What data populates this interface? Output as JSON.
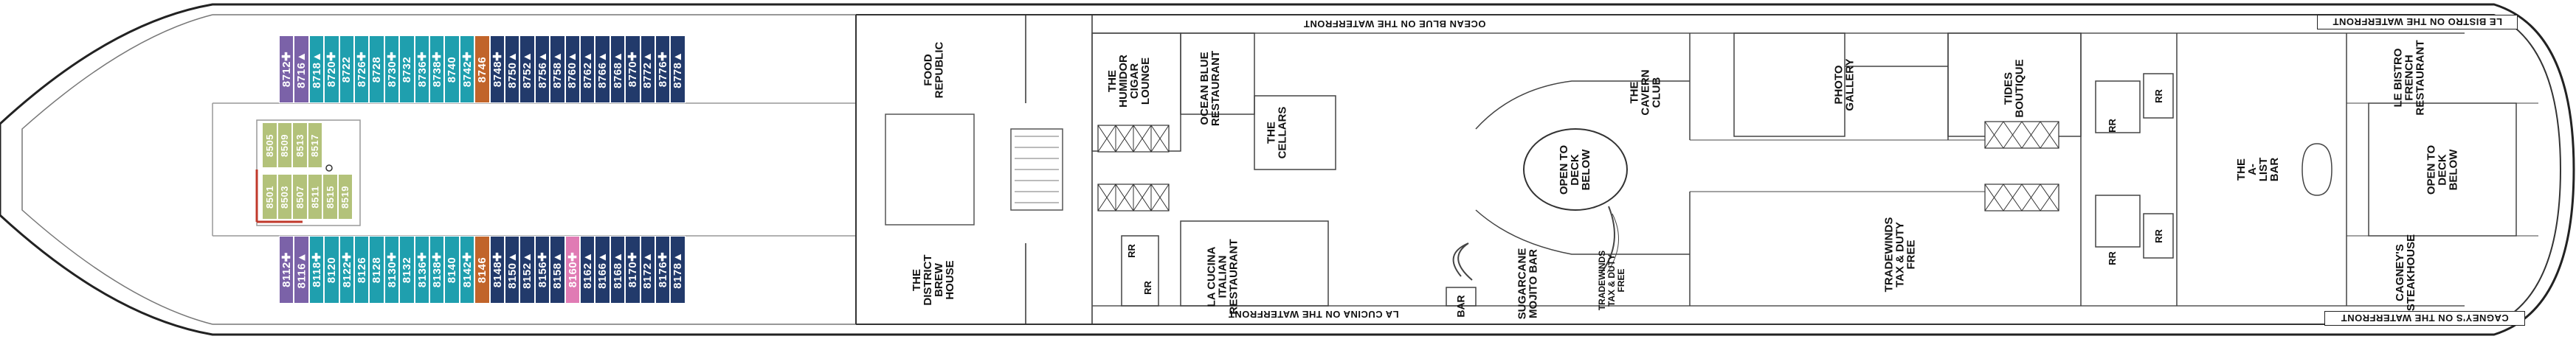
{
  "colors": {
    "purple": "#7b62a8",
    "teal": "#1f9fae",
    "navy": "#223a6b",
    "orange": "#c1642a",
    "olive": "#b3c27a",
    "pink": "#e07bb4"
  },
  "cabins_top": [
    {
      "num": "8712",
      "sym": "✚",
      "color": "purple"
    },
    {
      "num": "8716",
      "sym": "▲",
      "color": "purple"
    },
    {
      "num": "8718",
      "sym": "▲",
      "color": "teal"
    },
    {
      "num": "8720",
      "sym": "✚",
      "color": "teal"
    },
    {
      "num": "8722",
      "sym": "",
      "color": "teal"
    },
    {
      "num": "8726",
      "sym": "✚",
      "color": "teal"
    },
    {
      "num": "8728",
      "sym": "",
      "color": "teal"
    },
    {
      "num": "8730",
      "sym": "✚",
      "color": "teal"
    },
    {
      "num": "8732",
      "sym": "",
      "color": "teal"
    },
    {
      "num": "8736",
      "sym": "✚",
      "color": "teal"
    },
    {
      "num": "8738",
      "sym": "✚",
      "color": "teal"
    },
    {
      "num": "8740",
      "sym": "",
      "color": "teal"
    },
    {
      "num": "8742",
      "sym": "✚",
      "color": "teal"
    },
    {
      "num": "8746",
      "sym": "",
      "color": "orange"
    },
    {
      "num": "8748",
      "sym": "✚",
      "color": "navy"
    },
    {
      "num": "8750",
      "sym": "▲",
      "color": "navy"
    },
    {
      "num": "8752",
      "sym": "▲",
      "color": "navy"
    },
    {
      "num": "8756",
      "sym": "▲",
      "color": "navy"
    },
    {
      "num": "8758",
      "sym": "▲",
      "color": "navy"
    },
    {
      "num": "8760",
      "sym": "▲",
      "color": "navy"
    },
    {
      "num": "8762",
      "sym": "▲",
      "color": "navy"
    },
    {
      "num": "8766",
      "sym": "▲",
      "color": "navy"
    },
    {
      "num": "8768",
      "sym": "▲",
      "color": "navy"
    },
    {
      "num": "8770",
      "sym": "✚",
      "color": "navy"
    },
    {
      "num": "8772",
      "sym": "▲",
      "color": "navy"
    },
    {
      "num": "8776",
      "sym": "✚",
      "color": "navy"
    },
    {
      "num": "8778",
      "sym": "▲",
      "color": "navy"
    }
  ],
  "cabins_bottom": [
    {
      "num": "8112",
      "sym": "✚",
      "color": "purple"
    },
    {
      "num": "8116",
      "sym": "▲",
      "color": "purple"
    },
    {
      "num": "8118",
      "sym": "✚",
      "color": "teal"
    },
    {
      "num": "8120",
      "sym": "",
      "color": "teal"
    },
    {
      "num": "8122",
      "sym": "✚",
      "color": "teal"
    },
    {
      "num": "8126",
      "sym": "",
      "color": "teal"
    },
    {
      "num": "8128",
      "sym": "",
      "color": "teal"
    },
    {
      "num": "8130",
      "sym": "✚",
      "color": "teal"
    },
    {
      "num": "8132",
      "sym": "",
      "color": "teal"
    },
    {
      "num": "8136",
      "sym": "✚",
      "color": "teal"
    },
    {
      "num": "8138",
      "sym": "✚",
      "color": "teal"
    },
    {
      "num": "8140",
      "sym": "",
      "color": "teal"
    },
    {
      "num": "8142",
      "sym": "✚",
      "color": "teal"
    },
    {
      "num": "8146",
      "sym": "",
      "color": "orange"
    },
    {
      "num": "8148",
      "sym": "✚",
      "color": "navy"
    },
    {
      "num": "8150",
      "sym": "▲",
      "color": "navy"
    },
    {
      "num": "8152",
      "sym": "▲",
      "color": "navy"
    },
    {
      "num": "8156",
      "sym": "✚",
      "color": "navy"
    },
    {
      "num": "8158",
      "sym": "▲",
      "color": "navy"
    },
    {
      "num": "8160",
      "sym": "✚",
      "color": "pink"
    },
    {
      "num": "8162",
      "sym": "▲",
      "color": "navy"
    },
    {
      "num": "8166",
      "sym": "▲",
      "color": "navy"
    },
    {
      "num": "8168",
      "sym": "▲",
      "color": "navy"
    },
    {
      "num": "8170",
      "sym": "✚",
      "color": "navy"
    },
    {
      "num": "8172",
      "sym": "▲",
      "color": "navy"
    },
    {
      "num": "8176",
      "sym": "✚",
      "color": "navy"
    },
    {
      "num": "8178",
      "sym": "▲",
      "color": "navy"
    }
  ],
  "center_cabins": {
    "upper": [
      "8505",
      "8509",
      "8513",
      "8517"
    ],
    "lower": [
      "8501",
      "8503",
      "8507",
      "8511",
      "8515",
      "8519"
    ]
  },
  "venues": {
    "food_republic": "FOOD\nREPUBLIC",
    "district": "THE DISTRICT\nBREW HOUSE",
    "humidor": "THE HUMIDOR\nCIGAR LOUNGE",
    "ocean_blue": "OCEAN BLUE\nRESTAURANT",
    "cellars": "THE\nCELLARS",
    "la_cucina": "LA CUCINA\nITALIAN\nRESTAURANT",
    "open_deck_1": "OPEN TO\nDECK\nBELOW",
    "bar": "BAR",
    "sugarcane": "SUGARCANE\nMOJITO BAR",
    "tradewinds_small": "TRADEWINDS\nTAX & DUTY FREE",
    "caverns": "THE CAVERN\nCLUB",
    "photo": "PHOTO\nGALLERY",
    "tides": "TIDES\nBOUTIQUE",
    "tradewinds_big": "TRADEWINDS\nTAX & DUTY FREE",
    "a_list": "THE A-LIST BAR",
    "le_bistro": "LE BISTRO\nFRENCH\nRESTAURANT",
    "open_deck_2": "OPEN TO\nDECK BELOW",
    "cagneys": "CAGNEY'S\nSTEAKHOUSE"
  },
  "banners": {
    "ocean_blue_wf": "OCEAN BLUE ON THE WATERFRONT",
    "la_cucina_wf": "LA CUCINA ON THE WATERFRONT",
    "le_bistro_wf": "LE BISTRO ON THE WATERFRONT",
    "cagneys_wf": "CAGNEY'S ON THE WATERFRONT"
  },
  "restrooms": "RR"
}
